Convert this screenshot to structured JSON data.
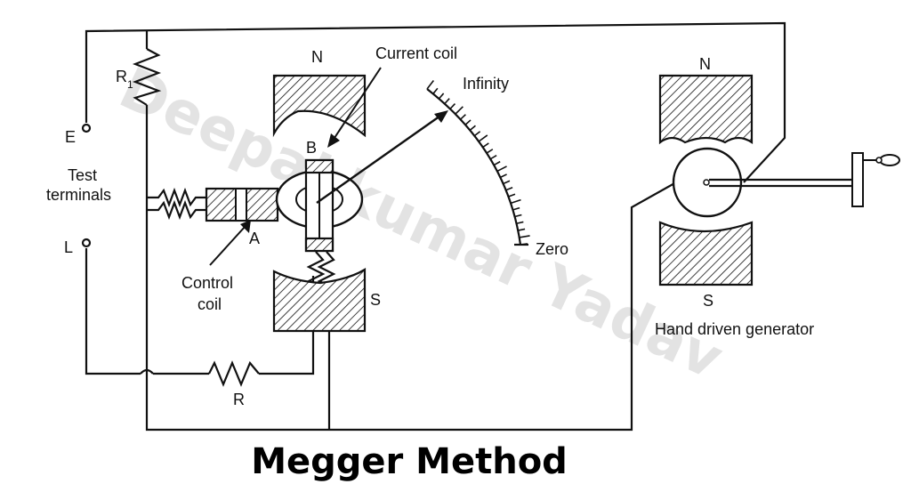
{
  "title": "Megger Method",
  "watermark": "Deepakkumar Yadav",
  "labels": {
    "resistor_r1": "R",
    "resistor_r1_sub": "1",
    "terminal_e": "E",
    "terminal_l": "L",
    "test_terminals_line1": "Test",
    "test_terminals_line2": "terminals",
    "magnet_n_left": "N",
    "magnet_s_left": "S",
    "current_coil": "Current coil",
    "coil_b": "B",
    "coil_a": "A",
    "control_coil_line1": "Control",
    "control_coil_line2": "coil",
    "infinity": "Infinity",
    "zero": "Zero",
    "resistor_r": "R",
    "magnet_n_right": "N",
    "magnet_s_right": "S",
    "generator": "Hand driven generator"
  }
}
